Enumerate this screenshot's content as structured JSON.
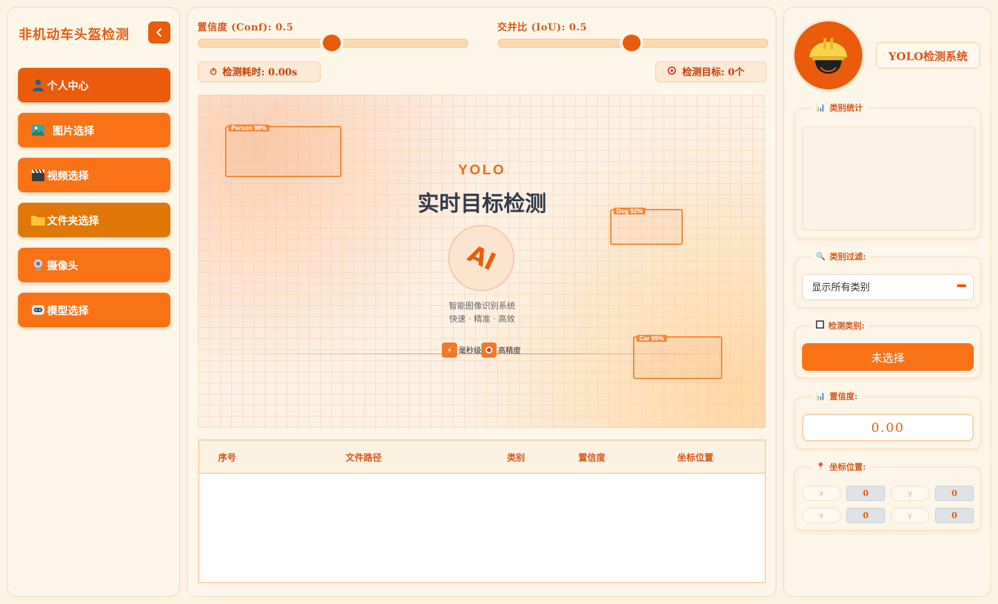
{
  "sidebar": {
    "title": "非机动车头盔检测",
    "items": [
      {
        "label": "个人中心",
        "icon": "person-icon"
      },
      {
        "label": "图片选择",
        "icon": "image-icon"
      },
      {
        "label": "视频选择",
        "icon": "clapper-icon"
      },
      {
        "label": "文件夹选择",
        "icon": "folder-icon"
      },
      {
        "label": "摄像头",
        "icon": "camera-icon"
      },
      {
        "label": "模型选择",
        "icon": "robot-icon"
      }
    ]
  },
  "controls": {
    "conf_label": "置信度 (Conf): 0.5",
    "conf_value": 0.5,
    "iou_label": "交并比 (IoU): 0.5",
    "iou_value": 0.5,
    "time_label": "检测耗时: 0.00s",
    "targets_label": "检测目标: 0个"
  },
  "preview": {
    "brand": "YOLO",
    "title": "实时目标检测",
    "ai_text": "AI",
    "subtitle_1": "智能图像识别系统",
    "subtitle_2": "快速 · 精准 · 高效",
    "feature_1": "毫秒级",
    "feature_2": "高精度",
    "boxes": [
      {
        "label": "Person 98%"
      },
      {
        "label": "Dog 92%"
      },
      {
        "label": "Car 95%"
      }
    ]
  },
  "table": {
    "headers": [
      "序号",
      "文件路径",
      "类别",
      "置信度",
      "坐标位置"
    ],
    "rows": []
  },
  "right": {
    "system_title": "YOLO检测系统",
    "stats_label": "类别统计",
    "filter_label": "类别过滤:",
    "filter_value": "显示所有类别",
    "detect_label": "检测类别:",
    "detect_button": "未选择",
    "conf_label": "置信度:",
    "conf_value": "0.00",
    "coord_label": "坐标位置:",
    "coords": {
      "xmin_key": "x",
      "xmin": "0",
      "ymin_key": "y",
      "ymin": "0",
      "xmax_key": "x",
      "xmax": "0",
      "ymax_key": "y",
      "ymax": "0"
    }
  },
  "colors": {
    "accent": "#f97316",
    "accent_dark": "#ea5b0c",
    "amber": "#df7709",
    "background": "#fdf3e4"
  }
}
